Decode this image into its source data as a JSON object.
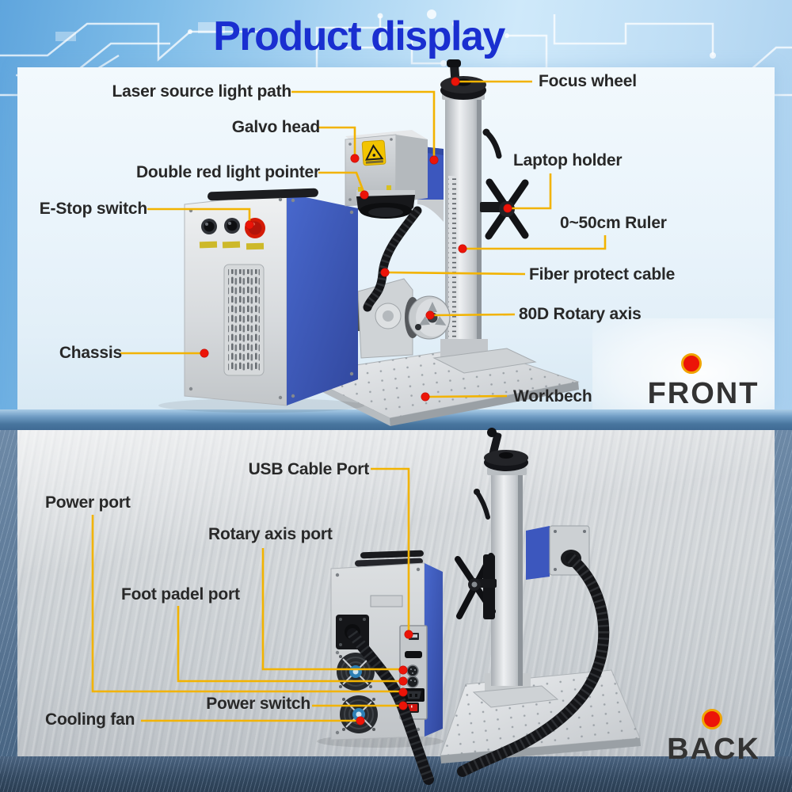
{
  "title": "Product display",
  "colors": {
    "title_blue": "#1A2FD0",
    "callout_yellow": "#F2B300",
    "marker_red": "#EC1408",
    "machine_blue": "#3C57BE",
    "machine_silver": "#CDD1D4",
    "view_label_gray": "#333333",
    "label_text": "#282828"
  },
  "front_section": {
    "view_label": "FRONT",
    "labels": {
      "focus_wheel": "Focus wheel",
      "laser_source_light_path": "Laser source light path",
      "galvo_head": "Galvo head",
      "double_red_light_pointer": "Double red light pointer",
      "laptop_holder": "Laptop holder",
      "e_stop_switch": "E-Stop switch",
      "ruler": "0~50cm Ruler",
      "fiber_protect_cable": "Fiber protect cable",
      "rotary_axis": "80D Rotary axis",
      "chassis": "Chassis",
      "workbench": "Workbech"
    }
  },
  "back_section": {
    "view_label": "BACK",
    "labels": {
      "usb_cable_port": "USB Cable Port",
      "power_port": "Power port",
      "rotary_axis_port": "Rotary axis port",
      "foot_padel_port": "Foot padel port",
      "power_switch": "Power switch",
      "cooling_fan": "Cooling fan"
    }
  }
}
